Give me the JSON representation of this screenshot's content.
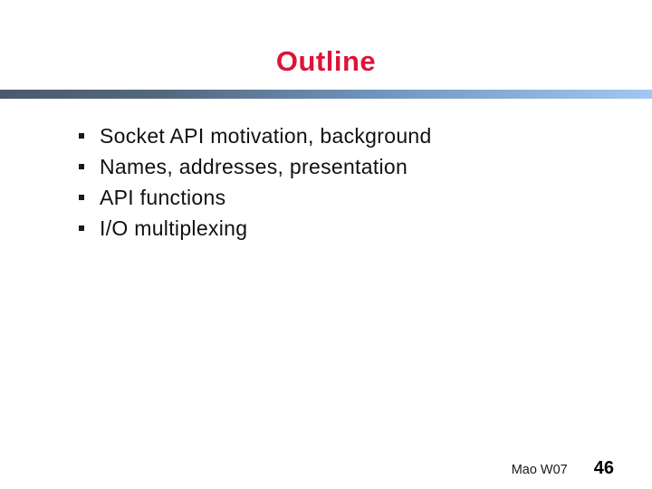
{
  "slide": {
    "title": "Outline",
    "bullets": [
      "Socket API motivation, background",
      "Names, addresses, presentation",
      "API functions",
      "I/O multiplexing"
    ],
    "footer": {
      "author": "Mao W07",
      "page_number": "46"
    },
    "colors": {
      "background": "#ffffff",
      "title_red": "#dc1438",
      "body_text": "#111111",
      "bar_gradient_left": "#4a5a6c",
      "bar_gradient_mid": "#7195bd",
      "bar_gradient_right": "#a3c7f1"
    }
  }
}
